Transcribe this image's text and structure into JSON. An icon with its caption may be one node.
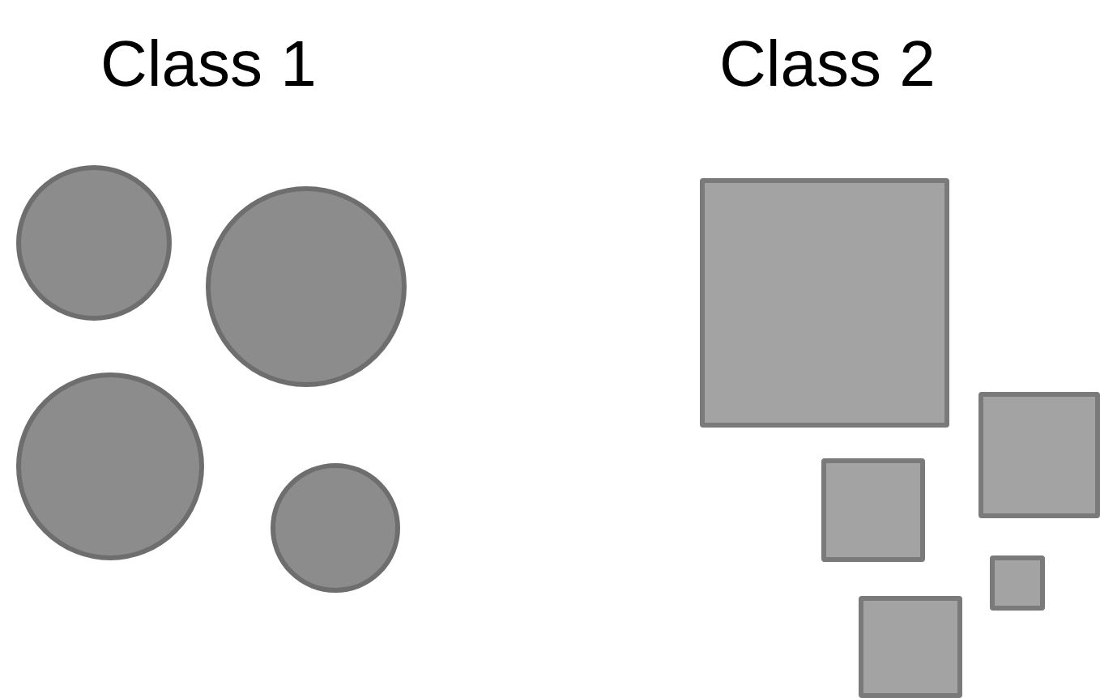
{
  "diagram": {
    "nodes": [
      {
        "text": [],
        "shape": "circle"
      },
      {
        "text": [],
        "shape": "circle"
      },
      {
        "text": [],
        "shape": "circle"
      },
      {
        "text": [],
        "shape": "circle"
      },
      {
        "text": [],
        "shape": "box"
      },
      {
        "text": [],
        "shape": "box"
      },
      {
        "text": [],
        "shape": "box"
      },
      {
        "text": [],
        "shape": "box"
      },
      {
        "text": [],
        "shape": "box"
      }
    ],
    "labels": [
      "Class 1",
      "Class 2"
    ]
  }
}
